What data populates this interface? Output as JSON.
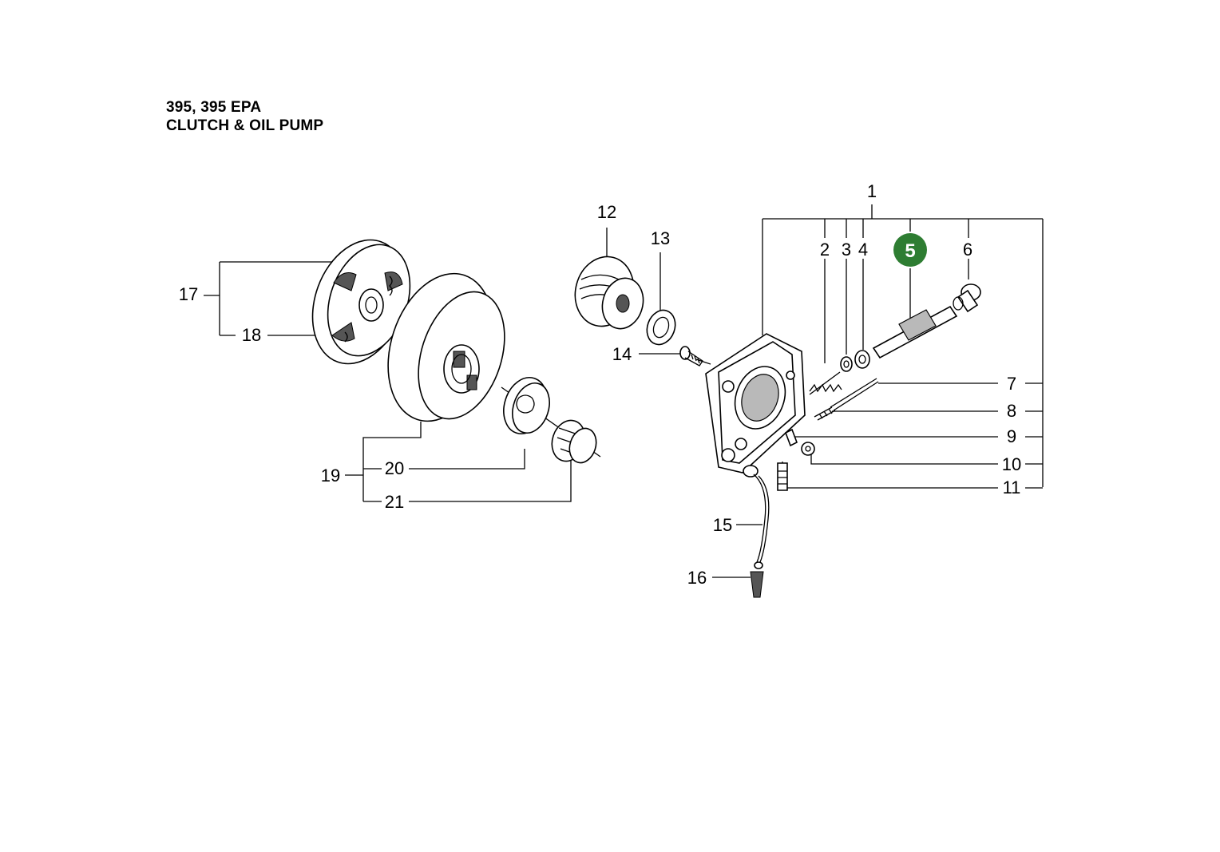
{
  "header": {
    "model": "395, 395 EPA",
    "section": "CLUTCH & OIL PUMP"
  },
  "highlight": {
    "label": "5",
    "color": "#2e7d32"
  },
  "callouts": {
    "c1": "1",
    "c2": "2",
    "c3": "3",
    "c4": "4",
    "c6": "6",
    "c7": "7",
    "c8": "8",
    "c9": "9",
    "c10": "10",
    "c11": "11",
    "c12": "12",
    "c13": "13",
    "c14": "14",
    "c15": "15",
    "c16": "16",
    "c17": "17",
    "c18": "18",
    "c19": "19",
    "c20": "20",
    "c21": "21"
  }
}
